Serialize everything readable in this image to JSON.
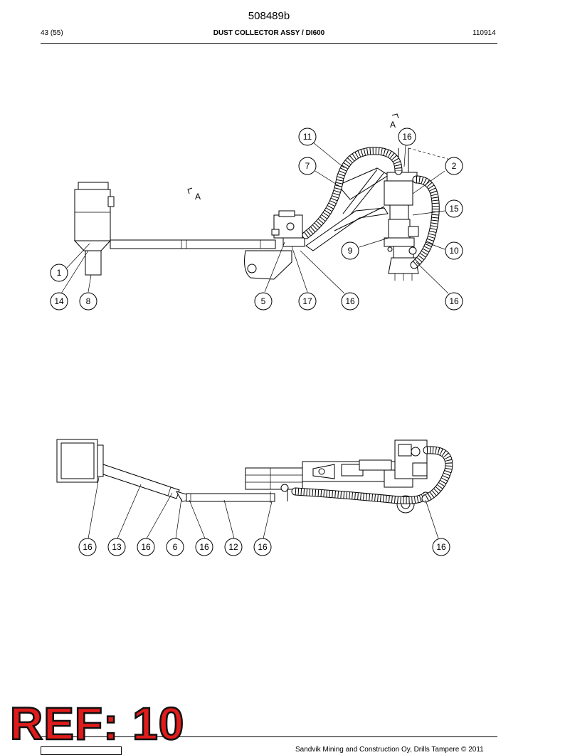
{
  "header": {
    "doc_number": "508489b",
    "page": "43 (55)",
    "title": "DUST COLLECTOR ASSY / DI600",
    "code": "110914"
  },
  "views": {
    "section_mark_left": "A",
    "section_mark_top": "A"
  },
  "top_view_callouts": [
    "11",
    "16",
    "7",
    "2",
    "15",
    "9",
    "10",
    "1",
    "14",
    "8",
    "5",
    "17",
    "16",
    "16"
  ],
  "bottom_view_callouts": [
    "16",
    "13",
    "16",
    "6",
    "16",
    "12",
    "16",
    "16"
  ],
  "footer": {
    "ref_stamp": "REF: 10",
    "copyright": "Sandvik Mining and Construction Oy, Drills Tampere © 2011"
  }
}
